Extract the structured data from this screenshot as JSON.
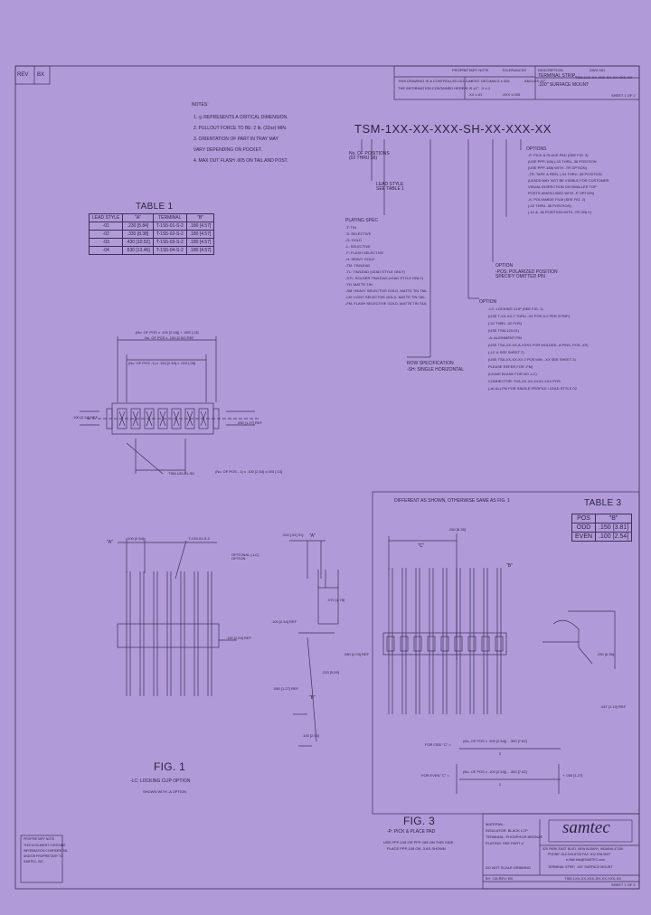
{
  "rev_box": {
    "rev": "REV",
    "letter": "BX"
  },
  "title_block_top": {
    "proprietary": "PROPRIETARY NOTE",
    "tolerances": "TOLERANCES",
    "l1": "THIS DRAWING IS A CONTROLLED DOCUMENT. DECIMALS ±.005",
    "l2": "THE INFORMATION CONTAINED HEREIN IS ±1°. .X ±.1",
    "l3": ".XX ±.01",
    "xxx": ".XXX ±.005",
    "angles": "ANGLES ±2°",
    "desc_label": "DESCRIPTION:",
    "title1": "TERMINAL STRIP,",
    "title2": ".100\" SURFACE MOUNT",
    "dwg_label": "DWG NO.",
    "dwg": "TSM-1XX-XX-XXX-SH-XX-XXX-XX",
    "sheet": "SHEET 1 OF 2"
  },
  "notes": [
    "1.  ◎ REPRESENTS A CRITICAL DIMENSION.",
    "2.  PULLOUT FORCE TO BE: 2 lb. (32oz) MIN.",
    "3.  ORIENTATION OF PART IN TRAY MAY",
    "     VARY DEPENDING ON POCKET.",
    "4.  MAX OUT FLASH .005 ON TAIL AND POST."
  ],
  "part_number": "TSM-1XX-XX-XXX-SH-XX-XXX-XX",
  "callouts": {
    "positions": "No. OF POSITIONS\n(02 THRU 36)",
    "lead_style": "LEAD STYLE\nSEE TABLE 1",
    "plating_label": "PLATING SPEC",
    "plating": [
      "-T: TIN",
      "-S: SELECTIVE",
      "-G: GOLD",
      "-L: SELECTIVE",
      "-F: FLASH SELECTIVE",
      "-H: HEAVY GOLD",
      "-TM: TIN/LEAD",
      "-TL: TIN/LEAD (LEAD STYLE ONLY)",
      "-STL: SOLDER TIN/LEAD (LEAD STYLE ONLY)",
      "-TH: MATTE TIN",
      "-SM: HEAVY SELECTIVE GOLD, MATTE TIN TAIL",
      "-LM: LIGHT SELECTIVE GOLD, MATTE TIN TAIL",
      "-FM: FLASH SELECTIVE GOLD, MATTE TIN TAIL"
    ],
    "row_spec_label": "ROW SPECIFICATION",
    "row_spec": "-SH: SINGLE HORIZONTAL",
    "option_label": "OPTION",
    "options": [
      "-LC: LOCKING CLIP (SEE FIG. 1)",
      "(USE T-XX-XX-T THRU -XX POS & 2 PER STRIP)",
      "(-01 THRU -02 POS)",
      "(USE TSM-120-01)",
      "-A: ALIGNMENT PIN",
      "(USE TSA-XX-XX-A-XXXX FOR MOLDED -A PINS, POS -XX)",
      "(-LC & SEE SHEET 2)",
      "(USE TSA-XX-XX-XX 2 POS MIN, -XX SEE SHEET 2)",
      "PLEASE REFER FOR -FM)",
      "(LEAVE BLANK FOR NO -LC)",
      "CONNECTOR: TSA-XX-XX-XXXX XXX POS",
      "(-A/-AL)-FM FOR SINGLE PROFILE / LEAD STYLE 02"
    ],
    "options2_label": "OPTIONS",
    "options2": [
      "-P: PICK & PLACE PAD (SEE FIG. 3)",
      "(USE PPP-108) (-15 THRU -36 POSITION",
      "(USE PPP-188) WITH -TR OPTION)",
      "-TR: TAPE & REEL (-04 THRU -36 POSITION",
      "(LEADS MAY NOT BE VISIBLE FOR CUSTOMER",
      "VISUAL INSPECTION ON SMALLER TOP",
      "POSTS WHEN USED WITH -P OPTION)",
      "-K: POLYAMIDE FILM (SEE FIG. 2)",
      "(-02 THRU -36 POSITION)",
      "(-12 & -36 POSITION WITH -TR ONLY)"
    ],
    "epoxy_label": "OPTION",
    "epoxy": "-POS: POLARIZED POSITION\nSPECIFY OMITTED PIN"
  },
  "table1": {
    "title": "TABLE 1",
    "headers": [
      "LEAD STYLE",
      "\"A\"",
      "TERMINAL",
      "\"B\""
    ],
    "rows": [
      [
        "-01",
        ".230 [5.84]",
        "T-1S5-01-S-2",
        ".180 [4.57]"
      ],
      [
        "-02",
        ".330 [8.38]",
        "T-1S5-02-S-2",
        ".180 [4.57]"
      ],
      [
        "-03",
        ".430 [10.92]",
        "T-1S5-03-S-2",
        ".180 [4.57]"
      ],
      [
        "-04",
        ".530 [13.46]",
        "T-1S5-04-S-2",
        ".180 [4.57]"
      ]
    ]
  },
  "table3": {
    "title": "TABLE 3",
    "headers": [
      "POS",
      "\"B\""
    ],
    "rows": [
      [
        "ODD",
        ".150 [3.81]"
      ],
      [
        "EVEN",
        ".100 [2.54]"
      ]
    ]
  },
  "fig1": {
    "dim_top": "(No. OF POS x .100 [2.54]) + .005 [.13]",
    "dim_top2": "No. OF POS x .100 [2.54] REF",
    "dim2": "(No. OF POS -1) x .100 [2.54] ± .003 [.08]",
    "left_dim": ".100 [2.54] REF",
    "right_dim": ".050 [1.27] REF",
    "terminal": "TSM-120-01-SD",
    "bottom_dim": "(No. OF POS - 1) x .100 [2.54] ±.005 [.13]",
    "pitch": ".100 [2.54]",
    "terminal_call": "T-1S5-01-S-2",
    "dim_a": "\"A\"",
    "side_a": "\"A\"",
    "side_b": "\"B\"",
    "opt": "OPTIONAL (-LC) OPTION",
    "body_h": ".100 [2.54] REF",
    "label": "FIG. 1",
    "sub": "-LC: LOCKING CLIP OPTION",
    "sub2": "SHOWN WITH -A OPTION",
    "side1": ".020 [.51] SQ",
    "side2": ".070 [1.78]",
    "side3": ".100 [2.54] REF",
    "side4": ".220 [5.59]",
    "side5": ".050 [1.27] REF",
    "side6": ".100 [2.54]",
    "side7": ".080 [2.03] REF"
  },
  "fig3": {
    "header": "DIFFERENT AS SHOWN, OTHERWISE SAME AS FIG. 1",
    "dim_c": "\"C\"",
    "c1": "(No. OF POS x .100 [2.54]) - .300 [7.62]",
    "c2": "2",
    "odd_label": "FOR ODD \"C\" =",
    "even_label": "FOR EVEN \"C\" =",
    "even1": "(No. OF POS x .100 [2.54]) - .300 [7.62]",
    "even2": "2",
    "even_add": "+ .050 [1.27]",
    "top": ".250 [6.35]",
    "dim_b": "\"B\"",
    "label": "FIG. 3",
    "sub": "-P: PICK & PLACE PAD",
    "sub2": "USE PPP-108 OR PPP-188 ON THIS SIDE",
    "sub3": "PLACE PPP-108 ON -3 AS SHOWN",
    "pad": ".250 [6.35]",
    "pad2": ".047 [1.19] REF"
  },
  "title_block_bottom": {
    "company": "samtec",
    "addr1": "520 PARK EAST BLVD, NEW ALBANY, INDIANA 47150",
    "addr2": "PHONE: 812-944-6733  FAX: 812-948-5047",
    "addr3": "e-Mail info@SAMTEC.com",
    "desc": "TERMINAL STRIP, .100\" SURFACE MOUNT",
    "dwg": "TSM-1XX-XX-XXX-SH-XX-XXX-XX",
    "sheet": "SHEET 1 OF 2",
    "mat_label": "MATERIAL:",
    "mat1": "INSULATOR: BLACK LCP",
    "mat2": "TERMINAL: PHOSPHOR BRONZE",
    "mat3": "PLATING: SEE PART #",
    "scale": "DO NOT SCALE DRAWING",
    "date": "BY: CM  REV: BX"
  },
  "proprietary_box": {
    "l1": "PROPRIETARY NOTE",
    "l2": "THIS DOCUMENT CONTAINS",
    "l3": "INFORMATION CONFIDENTIAL",
    "l4": "AND/OR PROPRIETARY TO",
    "l5": "SAMTEC, INC."
  }
}
